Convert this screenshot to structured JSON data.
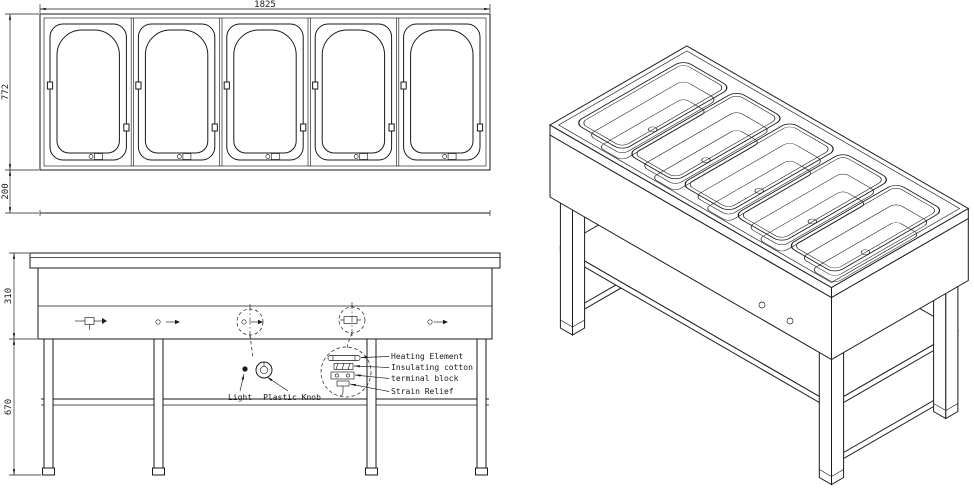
{
  "top_view": {
    "dim_length": "1825",
    "dim_depth": "772",
    "dim_offset": "200"
  },
  "front_view": {
    "dim_body_height": "310",
    "dim_leg_height": "670",
    "labels": {
      "light": "Light",
      "plastic_knob": "Plastic Knob",
      "heating_element": "Heating Element",
      "insulating_cotton": "Insulating cotton",
      "terminal_block": "terminal block",
      "strain_relief": "Strain Relief"
    }
  },
  "colors": {
    "line": "#1a1a1a",
    "background": "#ffffff"
  }
}
